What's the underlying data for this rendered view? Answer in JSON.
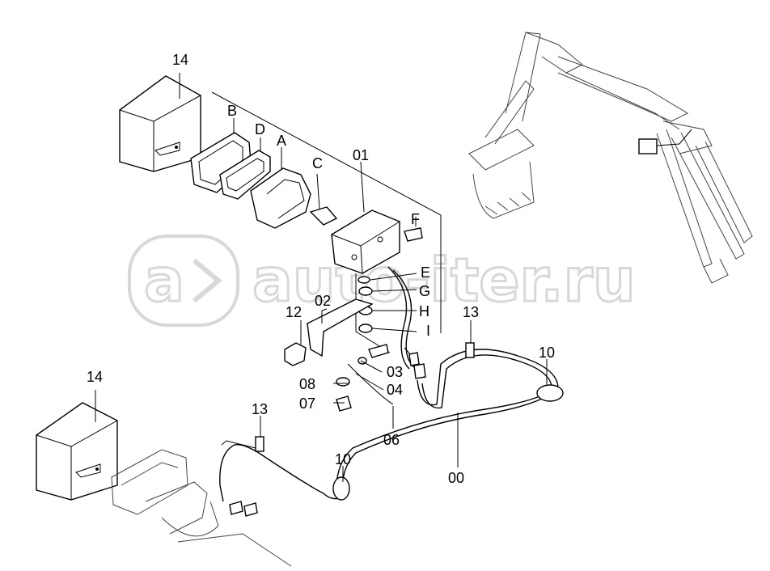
{
  "watermark": {
    "text": "auto-iter.ru"
  },
  "callouts": {
    "p14a": "14",
    "p14b": "14",
    "pB": "B",
    "pD": "D",
    "pA": "A",
    "pC": "C",
    "p01": "01",
    "pF": "F",
    "pE": "E",
    "pG": "G",
    "pH": "H",
    "pI": "I",
    "p02": "02",
    "p12": "12",
    "p03": "03",
    "p04": "04",
    "p08": "08",
    "p07": "07",
    "p06": "06",
    "p13a": "13",
    "p13b": "13",
    "p10a": "10",
    "p10b": "10",
    "p00": "00"
  }
}
